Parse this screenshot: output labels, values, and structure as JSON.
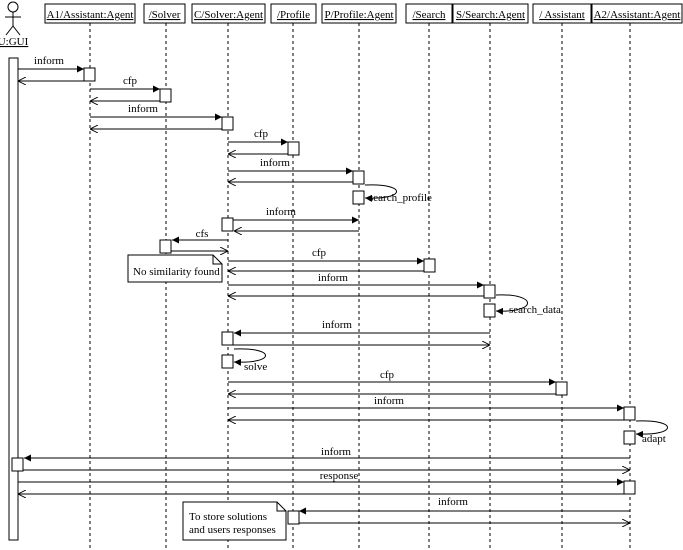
{
  "actor": {
    "label": "U:GUI"
  },
  "lifelines": [
    {
      "id": "a1",
      "label": "A1/Assistant:Agent"
    },
    {
      "id": "solver",
      "label": "/Solver"
    },
    {
      "id": "c",
      "label": "C/Solver:Agent"
    },
    {
      "id": "profile",
      "label": "/Profile"
    },
    {
      "id": "p",
      "label": "P/Profile:Agent"
    },
    {
      "id": "search",
      "label": "/Search"
    },
    {
      "id": "s",
      "label": "S/Search:Agent"
    },
    {
      "id": "assistant",
      "label": "/ Assistant"
    },
    {
      "id": "a2",
      "label": "A2/Assistant:Agent"
    }
  ],
  "messages": [
    {
      "label": "inform"
    },
    {
      "label": "cfp"
    },
    {
      "label": "inform"
    },
    {
      "label": "cfp"
    },
    {
      "label": "inform"
    },
    {
      "label": "search_profile"
    },
    {
      "label": "inform"
    },
    {
      "label": "cfs"
    },
    {
      "label": "cfp"
    },
    {
      "label": "inform"
    },
    {
      "label": "search_data"
    },
    {
      "label": "inform"
    },
    {
      "label": "solve"
    },
    {
      "label": "cfp"
    },
    {
      "label": "inform"
    },
    {
      "label": "adapt"
    },
    {
      "label": "inform"
    },
    {
      "label": "response"
    },
    {
      "label": "inform"
    }
  ],
  "notes": [
    {
      "lines": [
        "No similarity found"
      ]
    },
    {
      "lines": [
        "To store solutions",
        "and users responses"
      ]
    }
  ]
}
